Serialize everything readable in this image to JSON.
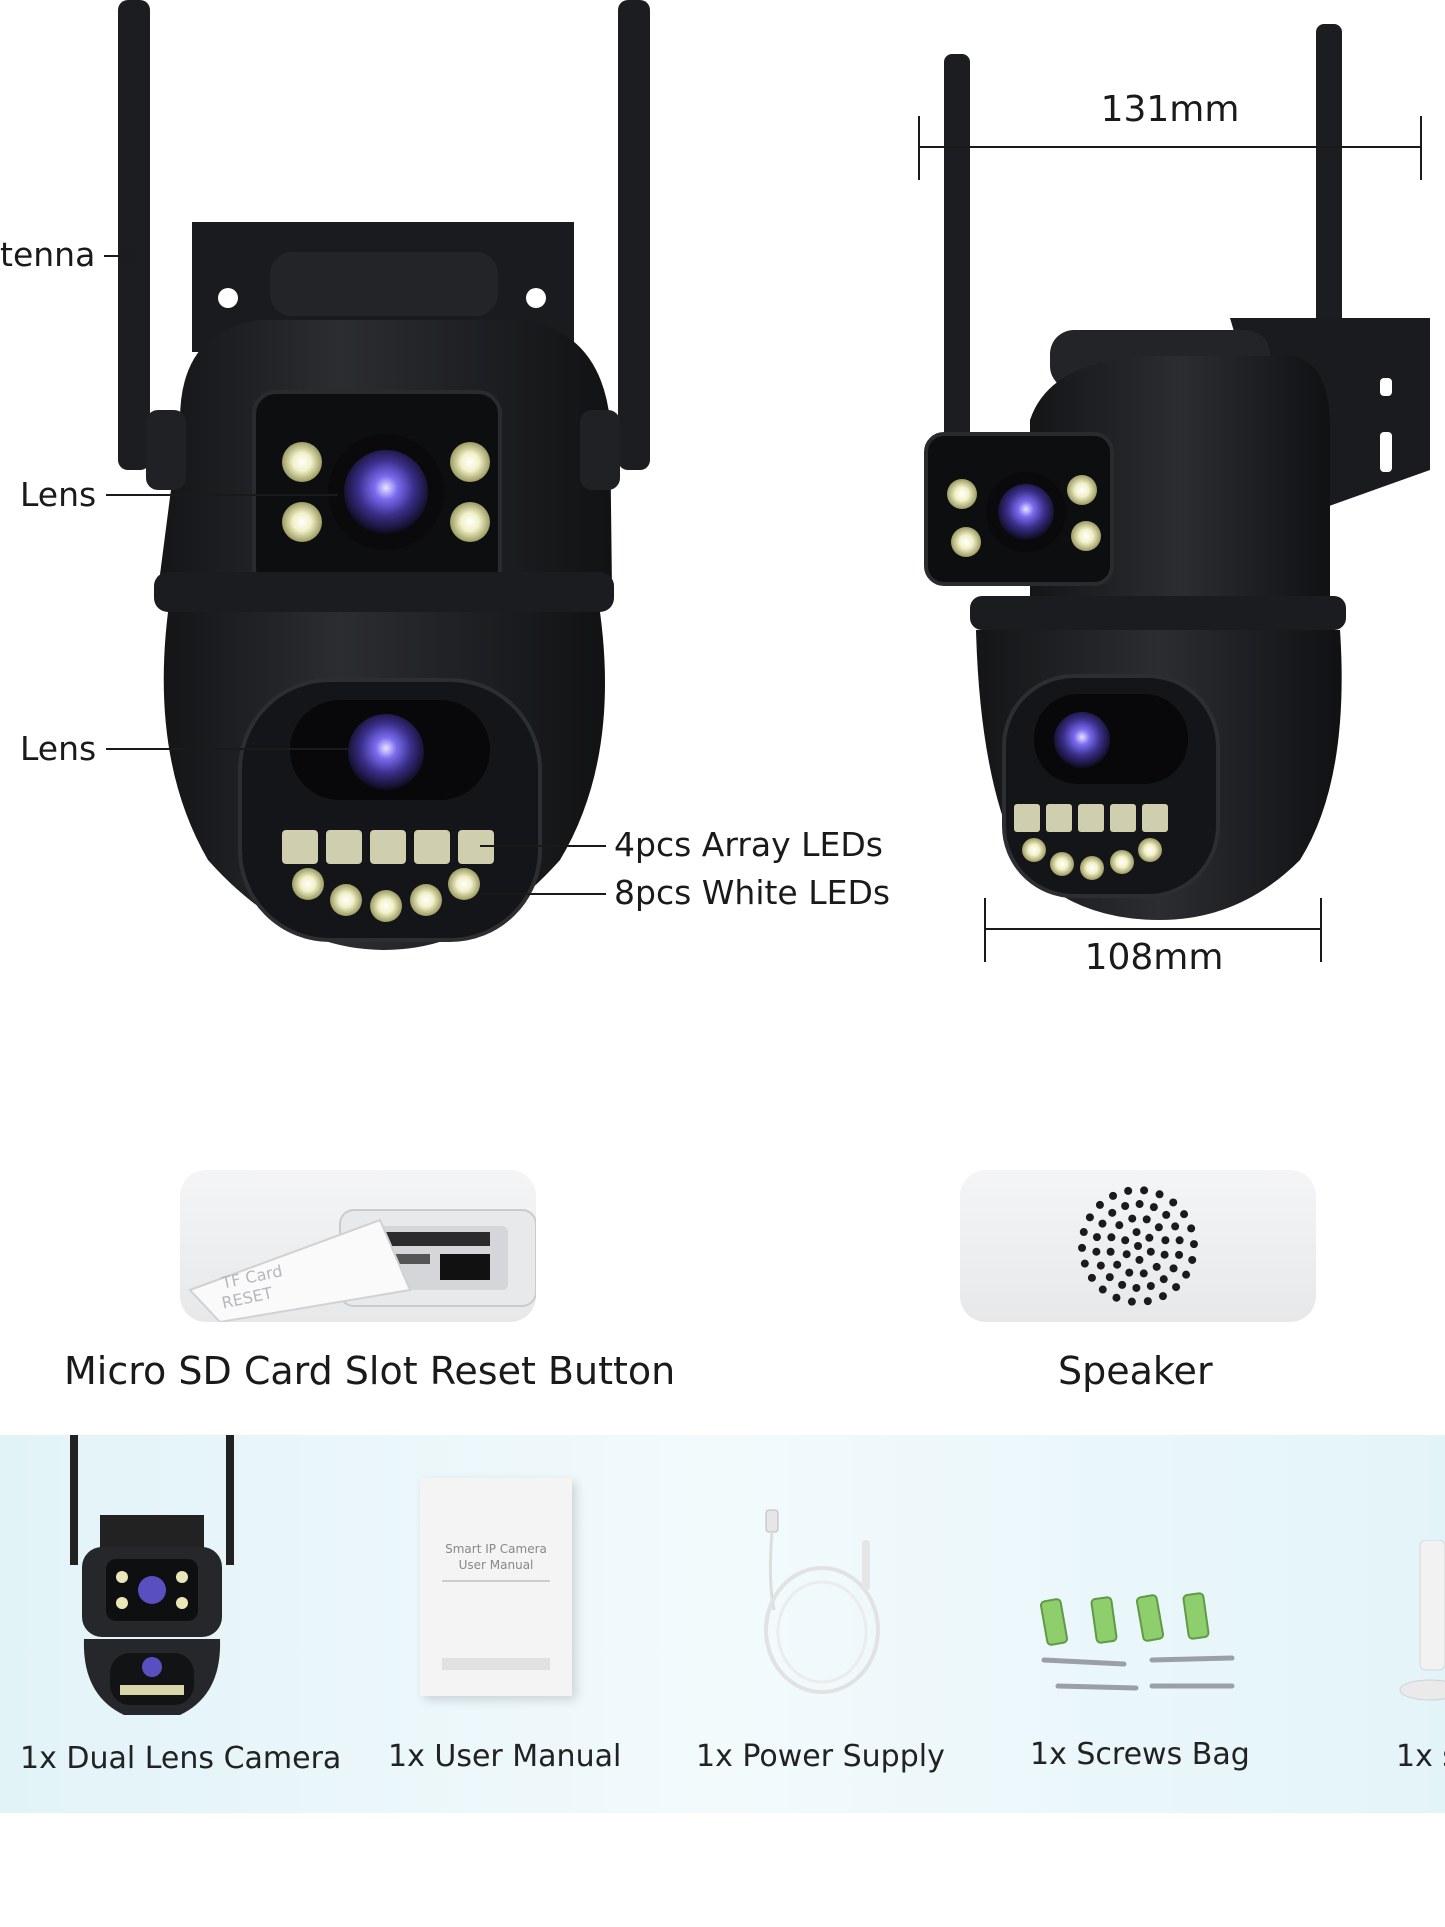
{
  "callouts": {
    "antenna": "tenna",
    "lens_top": "Lens",
    "lens_bottom": "Lens",
    "array_leds": "4pcs Array LEDs",
    "white_leds": "8pcs White LEDs"
  },
  "dimensions": {
    "width_top": "131mm",
    "width_bottom": "108mm"
  },
  "features": {
    "sd_reset": "Micro SD Card Slot Reset Button",
    "speaker": "Speaker"
  },
  "images": {
    "sd_card_text": "TF Card",
    "reset_text": "RESET",
    "manual_title": "Smart IP Camera",
    "manual_subtitle": "User Manual"
  },
  "package": {
    "items": [
      {
        "label": "1x Dual Lens Camera"
      },
      {
        "label": "1x User Manual"
      },
      {
        "label": "1x Power Supply"
      },
      {
        "label": "1x Screws Bag"
      },
      {
        "label": "1x s"
      }
    ]
  },
  "colors": {
    "camera_body": "#1e1f22",
    "lens_purple": "#6a5acd",
    "led_yellow": "#e8e7a6",
    "package_band": "#e7f5f9",
    "anchor_green": "#8fce6d"
  }
}
